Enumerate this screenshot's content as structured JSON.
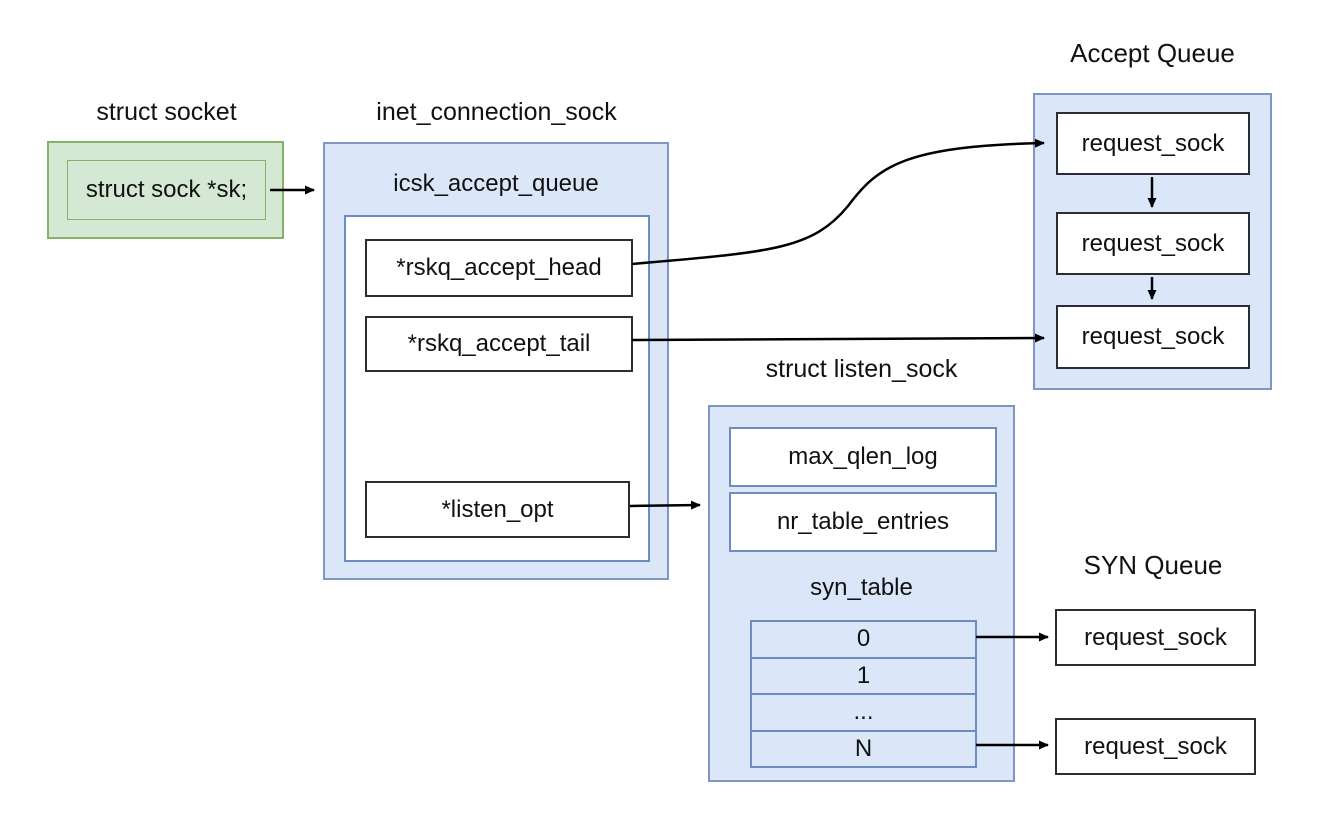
{
  "diagram": {
    "struct_socket": {
      "title": "struct socket",
      "field": "struct sock *sk;"
    },
    "inet_connection_sock": {
      "title": "inet_connection_sock",
      "queue_label": "icsk_accept_queue",
      "fields": [
        "*rskq_accept_head",
        "*rskq_accept_tail",
        "*listen_opt"
      ]
    },
    "accept_queue": {
      "title": "Accept Queue",
      "items": [
        "request_sock",
        "request_sock",
        "request_sock"
      ]
    },
    "listen_sock": {
      "title": "struct listen_sock",
      "fields": [
        "max_qlen_log",
        "nr_table_entries"
      ],
      "table_label": "syn_table",
      "table_rows": [
        "0",
        "1",
        "...",
        "N"
      ]
    },
    "syn_queue": {
      "title": "SYN Queue",
      "items": [
        "request_sock",
        "request_sock"
      ]
    }
  },
  "colors": {
    "green_fill": "#d5e8d4",
    "green_border": "#82b366",
    "blue_fill": "#dbe7f8",
    "blue_border": "#7e96c1",
    "field_border": "#6c8ebf",
    "dark_border": "#2b2d36",
    "arrow": "#000000"
  }
}
